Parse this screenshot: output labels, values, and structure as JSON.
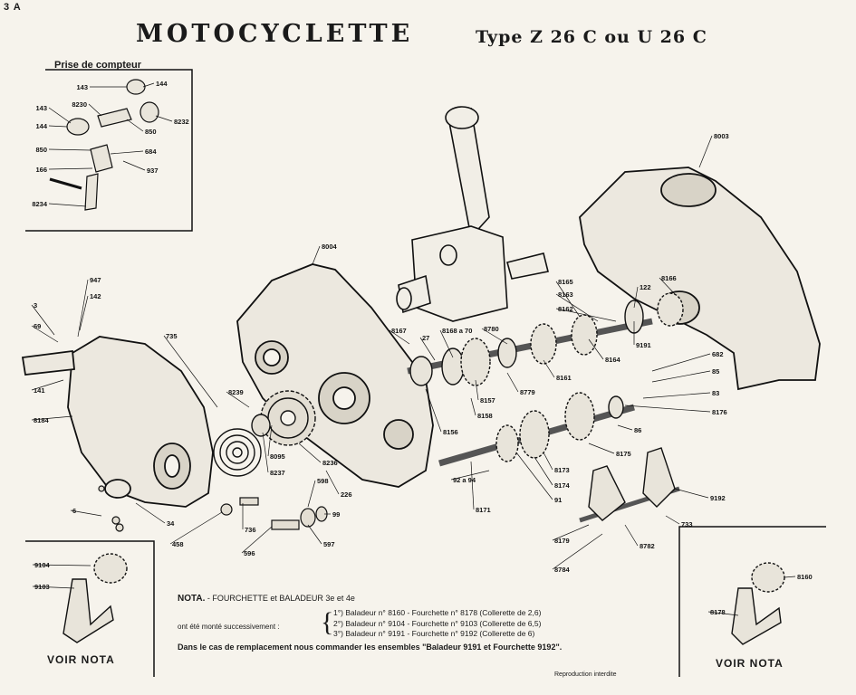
{
  "header": {
    "page_number": "3 A",
    "title": "MOTOCYCLETTE",
    "subtitle": "Type Z 26 C ou U 26 C"
  },
  "inset_counter": {
    "title": "Prise de compteur",
    "labels": [
      "143",
      "144",
      "8230",
      "8232",
      "143",
      "850",
      "144",
      "684",
      "850",
      "166",
      "937",
      "8234"
    ]
  },
  "parts_labels": [
    "8003",
    "8004",
    "947",
    "142",
    "3",
    "69",
    "141",
    "8184",
    "735",
    "8239",
    "8095",
    "8237",
    "8236",
    "226",
    "598",
    "99",
    "597",
    "596",
    "736",
    "458",
    "34",
    "6",
    "8167",
    "27",
    "8168 a 70",
    "8780",
    "8165",
    "8163",
    "8162",
    "122",
    "8166",
    "9191",
    "8164",
    "8161",
    "8779",
    "8157",
    "8158",
    "8156",
    "682",
    "85",
    "83",
    "8176",
    "86",
    "8175",
    "8173",
    "8174",
    "91",
    "92 a 94",
    "8171",
    "9192",
    "733",
    "8179",
    "8782",
    "8784"
  ],
  "inset_left": {
    "labels": [
      "9104",
      "9103"
    ],
    "caption": "VOIR  NOTA"
  },
  "inset_right": {
    "labels": [
      "8160",
      "8178"
    ],
    "caption": "VOIR  NOTA"
  },
  "nota": {
    "title": "NOTA.",
    "heading": "- FOURCHETTE et BALADEUR 3e et 4e",
    "intro": "ont été monté successivement :",
    "lines": [
      "1°)  Baladeur n° 8160 - Fourchette n° 8178 (Collerette de 2,6)",
      "2°)  Baladeur n° 9104 - Fourchette n° 9103 (Collerette de 6,5)",
      "3°)  Baladeur n° 9191 - Fourchette n° 9192 (Collerette de 6)"
    ],
    "final": "Dans le cas de remplacement nous commander les ensembles \"Baladeur 9191 et Fourchette 9192\"."
  },
  "footer": {
    "reproduction": "Reproduction interdite"
  }
}
